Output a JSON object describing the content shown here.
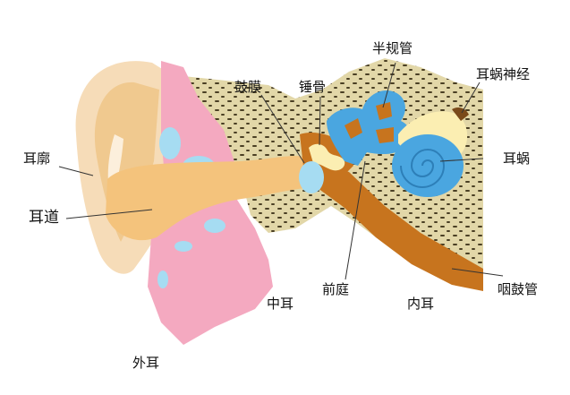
{
  "labels": {
    "auricle": "耳廓",
    "ear_canal": "耳道",
    "eardrum": "鼓膜",
    "malleus": "锤骨",
    "semicircular_canals": "半规管",
    "cochlear_nerve": "耳蜗神经",
    "cochlea": "耳蜗",
    "vestibule": "前庭",
    "eustachian_tube": "咽鼓管",
    "middle_ear": "中耳",
    "inner_ear": "内耳",
    "outer_ear": "外耳"
  },
  "colors": {
    "skin": "#f6dcb8",
    "skin_dark": "#f0c98f",
    "canal": "#f4c37c",
    "pink": "#f4a9c0",
    "light_blue": "#a6dcf2",
    "bone": "#e2d7a8",
    "bone_dots": "#4a3f24",
    "brown": "#c7741e",
    "blue": "#4aa6e0",
    "cream": "#fbeeb2"
  }
}
